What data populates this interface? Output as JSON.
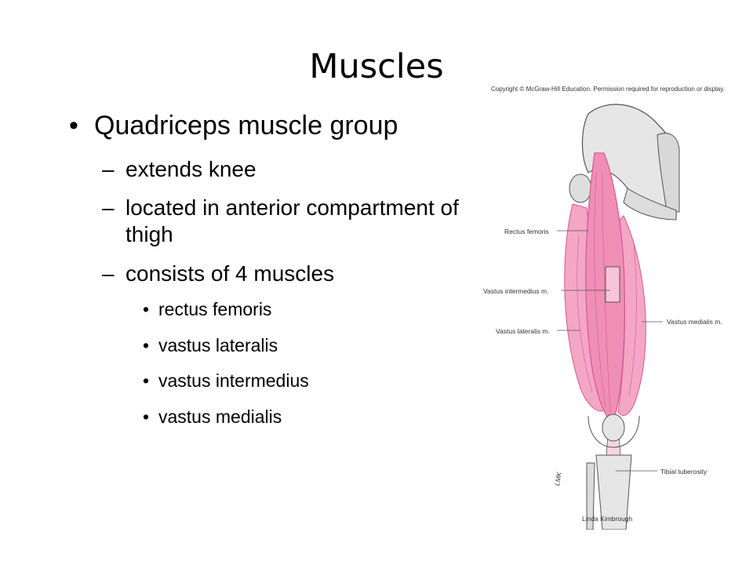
{
  "slide": {
    "title": "Muscles",
    "bullets": [
      {
        "text": "Quadriceps muscle group",
        "sub": [
          {
            "text": "extends knee"
          },
          {
            "text": "located in anterior compartment of thigh"
          },
          {
            "text": "consists of 4 muscles",
            "items": [
              "rectus femoris",
              "vastus lateralis",
              "vastus intermedius",
              "vastus medialis"
            ]
          }
        ]
      }
    ]
  },
  "markers": {
    "level1": "•",
    "level2": "–",
    "level3": "•"
  },
  "figure": {
    "copyright": "Copyright © McGraw-Hill Education. Permission required for reproduction or display.",
    "labels": {
      "rectus_femoris": "Rectus femoris",
      "vastus_intermedius": "Vastus intermedius m.",
      "vastus_lateralis": "Vastus lateralis m.",
      "vastus_medialis": "Vastus medialis m.",
      "tibial_tuberosity": "Tibial tuberosity"
    },
    "artist": "Linda Kimbrough",
    "initials": "LMK",
    "colors": {
      "muscle": "#ef8fb4",
      "muscle_dark": "#d9578c",
      "bone": "#e6e6e6",
      "outline": "#555555"
    }
  }
}
